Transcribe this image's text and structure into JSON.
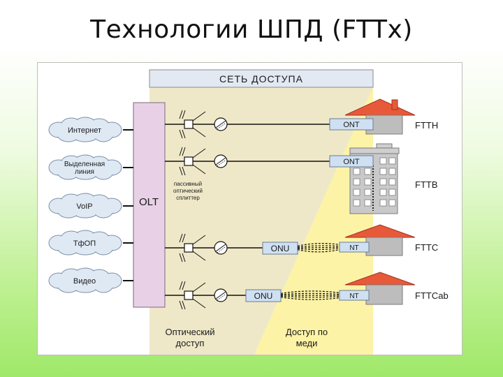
{
  "slide": {
    "title": "Технологии ШПД (FTTx)"
  },
  "diagram": {
    "header": "СЕТЬ ДОСТУПА",
    "services": [
      "Интернет",
      "Выделенная линия",
      "VoIP",
      "ТфОП",
      "Видео"
    ],
    "olt": "OLT",
    "splitter_note": [
      "пассивный",
      "оптический",
      "сплиттер"
    ],
    "ont": [
      "ONT",
      "ONT"
    ],
    "onu": [
      "ONU",
      "ONU"
    ],
    "nt": [
      "NT",
      "NT"
    ],
    "fttx": [
      "FTTH",
      "FTTB",
      "FTTC",
      "FTTCab"
    ],
    "footer": {
      "optical": [
        "Оптический",
        "доступ"
      ],
      "copper": [
        "Доступ по",
        "меди"
      ]
    },
    "colors": {
      "beige": "#efe8c8",
      "building_yellow": "#fdf3a6",
      "olt_pink": "#e8d0e6",
      "cloud_blue": "#dfe9f4",
      "roof_red": "#e8593a",
      "box_blue": "#cfe0f2"
    }
  }
}
